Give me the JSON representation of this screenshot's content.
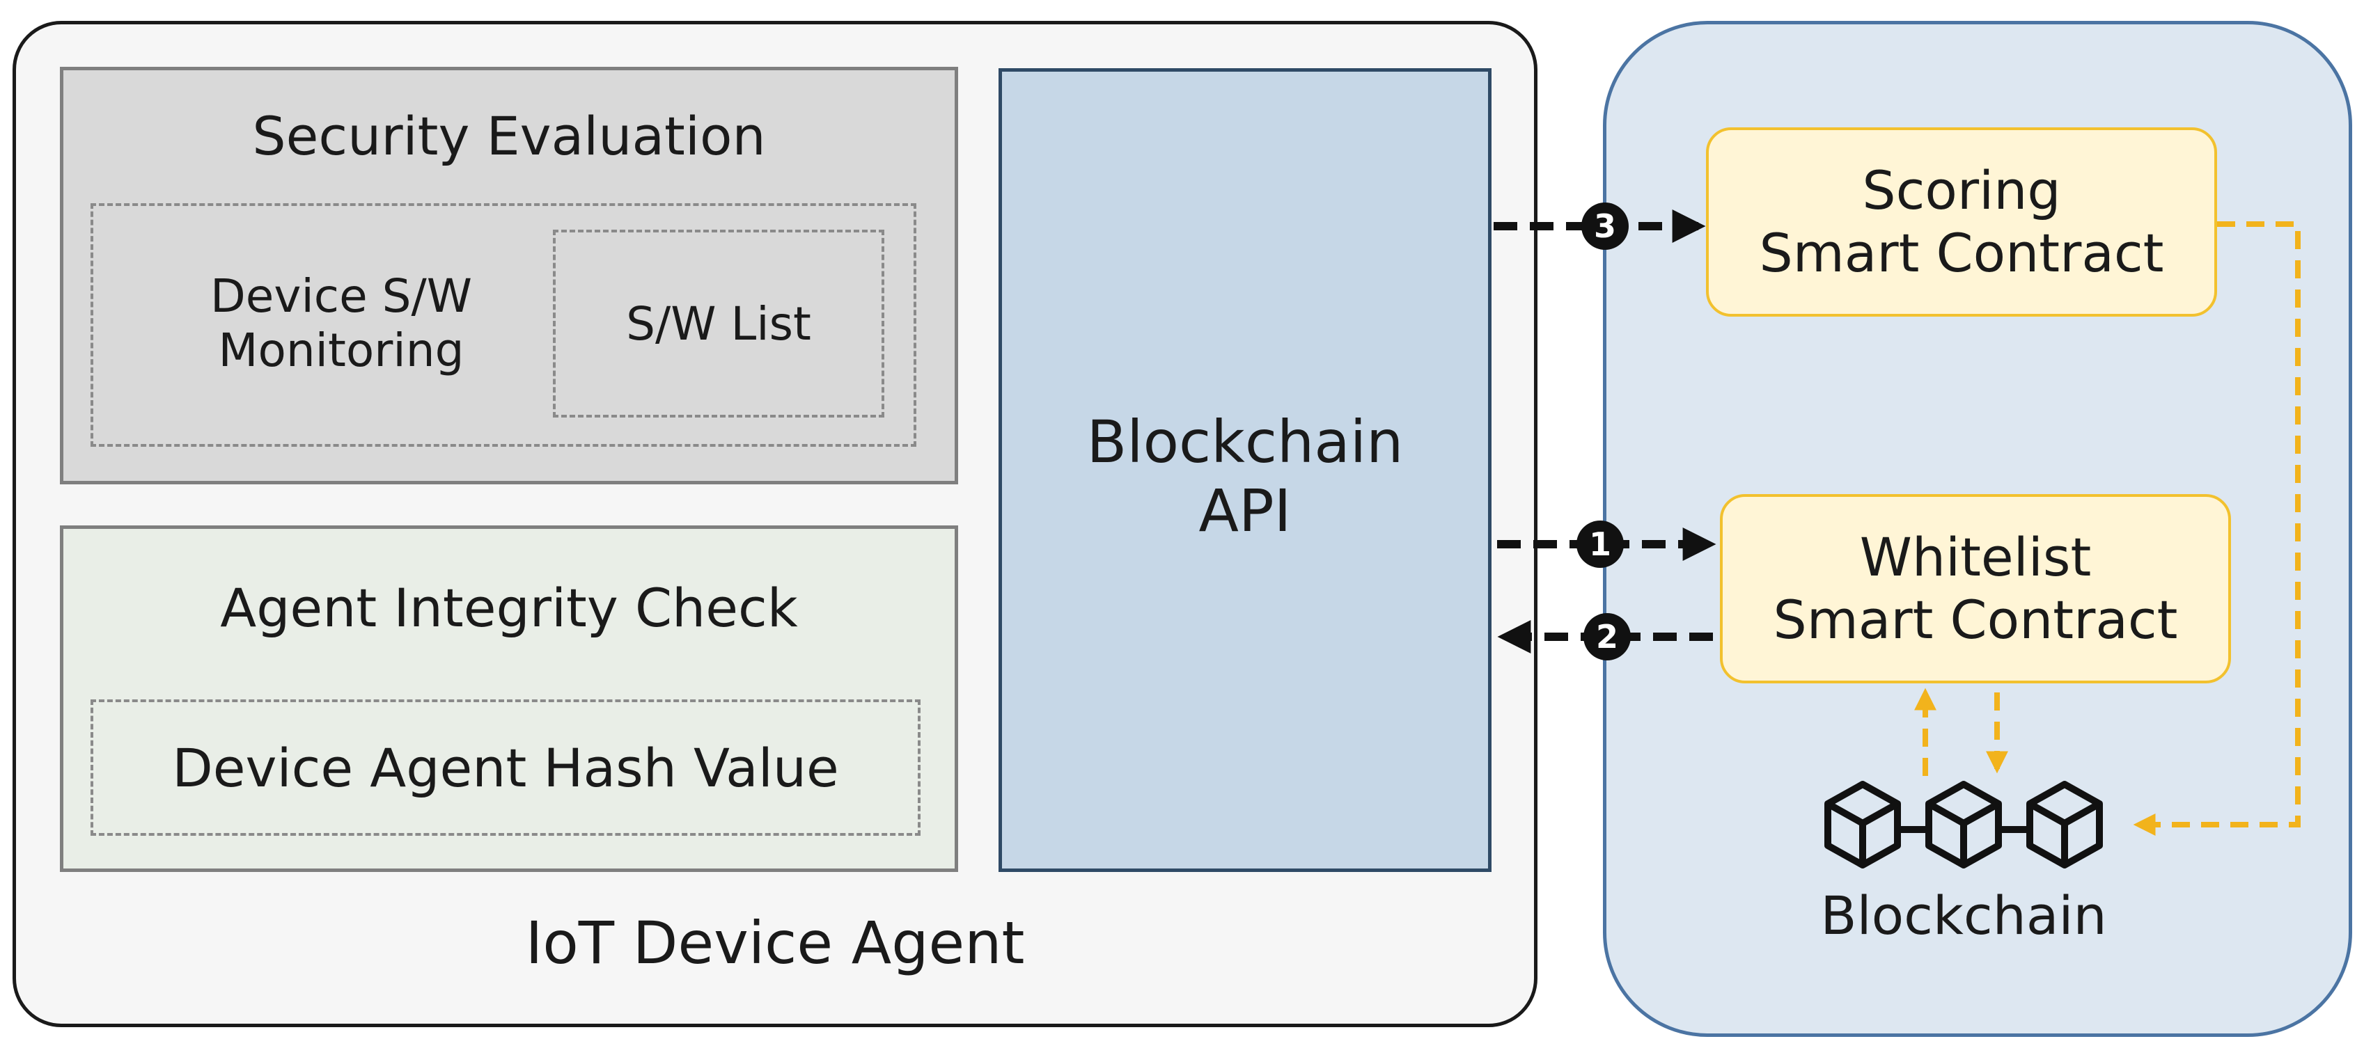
{
  "agent": {
    "title": "IoT Device Agent",
    "security": {
      "title": "Security Evaluation",
      "monitoring": [
        "Device S/W",
        "Monitoring"
      ],
      "sw_list": "S/W List"
    },
    "integrity": {
      "title": "Agent Integrity Check",
      "hash": "Device Agent Hash Value"
    },
    "api": [
      "Blockchain",
      "API"
    ]
  },
  "chain": {
    "scoring": [
      "Scoring",
      "Smart Contract"
    ],
    "whitelist": [
      "Whitelist",
      "Smart Contract"
    ],
    "blockchain_label": "Blockchain",
    "blockchain_icon": "blockchain-cubes-icon"
  },
  "steps": {
    "step1": "1",
    "step2": "2",
    "step3": "3"
  },
  "colors": {
    "black_arrow": "#111111",
    "gold_arrow": "#f2b31c",
    "api_fill": "#c6d7e7",
    "chain_fill": "#dde7f1",
    "contract_fill": "#fff5d6"
  }
}
